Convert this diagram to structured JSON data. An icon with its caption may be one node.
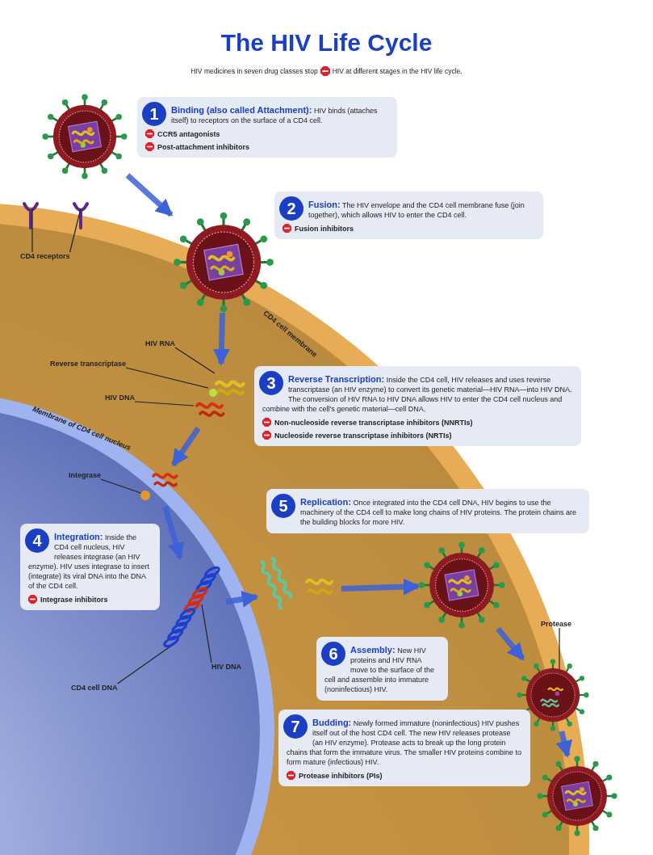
{
  "diagram": {
    "title": "The HIV Life Cycle",
    "nodes": [
      {
        "text": [
          "1",
          "**Binding (also called Attachment):** HIV binds (attaches itself) to receptors on the surface of a CD4 cell.",
          "CCR5 antagonists",
          "Post-attachment inhibitors"
        ]
      },
      {
        "text": [
          "2",
          "**Fusion:** The HIV envelope and the CD4 cell membrane fuse (join together), which allows HIV to enter the CD4 cell.",
          "Fusion inhibitors"
        ]
      },
      {
        "text": [
          "3",
          "**Reverse Transcription:** Inside the CD4 cell, HIV releases and uses reverse transcriptase (an HIV enzyme) to convert its genetic material—HIV RNA—into HIV DNA. The conversion of HIV RNA to HIV DNA allows HIV to enter the CD4 cell nucleus and combine with the cell's genetic material—cell DNA.",
          "Non-nucleoside reverse transcriptase inhibitors (NNRTIs)",
          "Nucleoside reverse transcriptase inhibitors (NRTIs)"
        ]
      },
      {
        "text": [
          "4",
          "**Integration:** Inside the CD4 cell nucleus, HIV releases integrase (an HIV enzyme). HIV uses integrase to insert (integrate) its viral DNA into the DNA of the CD4 cell.",
          "Integrase inhibitors"
        ]
      },
      {
        "text": [
          "5",
          "**Replication:** Once integrated into the CD4 cell DNA, HIV begins to use the machinery of the CD4 cell to make long chains of HIV proteins. The protein chains are the building blocks for more HIV."
        ]
      },
      {
        "text": [
          "6",
          "**Assembly:** New HIV proteins and HIV RNA move to the surface of the cell and assemble into immature (noninfectious) HIV."
        ]
      },
      {
        "text": [
          "7",
          "**Budding:** Newly formed immature (noninfectious) HIV pushes itself out of the host CD4 cell. The new HIV releases protease (an HIV enzyme). Protease acts to break up the long protein chains that form the immature virus. The smaller HIV proteins combine to form mature (infectious) HIV.",
          "Protease inhibitors (PIs)"
        ]
      },
      {
        "text": [],
        "shape": "picture"
      },
      {
        "text": [],
        "shape": "picture"
      },
      {
        "text": [],
        "shape": "picture"
      },
      {
        "text": [],
        "shape": "picture"
      },
      {
        "text": [],
        "shape": "picture"
      },
      {
        "text": [],
        "shape": "picture"
      },
      {
        "text": [],
        "shape": "picture"
      },
      {
        "text": [],
        "shape": "picture"
      },
      {
        "text": [],
        "shape": "picture"
      },
      {
        "text": [
          "CD4 receptors"
        ]
      },
      {
        "text": [
          "HIV RNA"
        ]
      },
      {
        "text": [
          "Reverse transcriptase"
        ]
      },
      {
        "text": [
          "HIV DNA"
        ]
      },
      {
        "text": [
          "Integrase"
        ]
      },
      {
        "text": [
          "HIV DNA"
        ]
      },
      {
        "text": [
          "CD4 cell DNA"
        ]
      },
      {
        "text": [
          "Protease"
        ]
      }
    ],
    "edges": [
      {
        "from": 7,
        "to": 8,
        "arrow": "to",
        "style": "thick",
        "color": "#3d62d8"
      },
      {
        "from": 8,
        "to": 9,
        "arrow": "to",
        "style": "thick",
        "color": "#3d62d8"
      },
      {
        "from": 9,
        "to": 10,
        "arrow": "to",
        "style": "thick",
        "color": "#3d62d8"
      },
      {
        "from": 10,
        "to": 11,
        "arrow": "to",
        "style": "thick",
        "color": "#3d62d8"
      },
      {
        "from": 11,
        "to": 12,
        "arrow": "to",
        "style": "thick",
        "color": "#3d62d8"
      },
      {
        "from": 12,
        "to": 13,
        "arrow": "to",
        "style": "thick",
        "color": "#3d62d8"
      },
      {
        "from": 13,
        "to": 14,
        "arrow": "to",
        "style": "thick",
        "color": "#3d62d8"
      },
      {
        "from": 14,
        "to": 15,
        "arrow": "to",
        "style": "thick",
        "color": "#3d62d8"
      },
      {
        "from": 16,
        "to": null,
        "arrow": "none"
      },
      {
        "from": 16,
        "to": null,
        "arrow": "none"
      },
      {
        "from": 17,
        "to": 9,
        "arrow": "none"
      },
      {
        "from": 18,
        "to": 9,
        "arrow": "none"
      },
      {
        "from": 19,
        "to": 9,
        "arrow": "none"
      },
      {
        "from": 20,
        "to": 10,
        "arrow": "none"
      },
      {
        "from": 21,
        "to": 11,
        "arrow": "none"
      },
      {
        "from": 22,
        "to": 11,
        "arrow": "none"
      },
      {
        "from": 23,
        "to": 14,
        "arrow": "none"
      }
    ],
    "labels": [
      "HIV medicines in seven drug classes stop",
      "HIV at different stages in the HIV life cycle.",
      "CD4 cell membrane",
      "Membrane of CD4 cell nucleus"
    ]
  }
}
